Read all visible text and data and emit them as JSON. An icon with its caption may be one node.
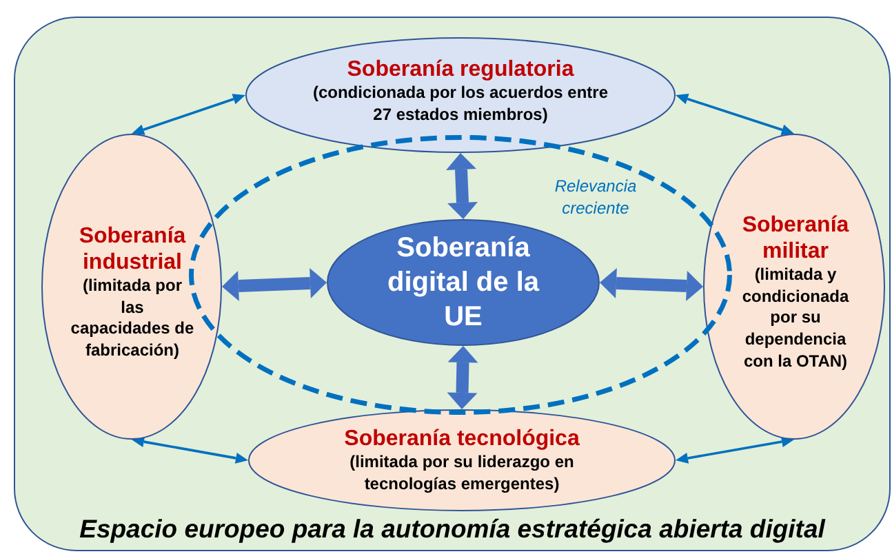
{
  "diagram": {
    "nodes": [
      {
        "text": [
          "Espacio europeo para la autonomía estratégica abierta digital"
        ]
      },
      {
        "text": [
          "Soberanía regulatoria",
          "(condicionada por los acuerdos entre 27 estados miembros)"
        ],
        "in": 0
      },
      {
        "text": [
          "Soberanía industrial",
          "(limitada por las capacidades de fabricación)"
        ],
        "in": 0
      },
      {
        "text": [
          "Relevancia creciente"
        ],
        "in": 0
      },
      {
        "text": [
          "Soberanía digital de la UE"
        ],
        "in": 3
      },
      {
        "text": [
          "Soberanía militar",
          "(limitada y condicionada por su dependencia con la OTAN)"
        ],
        "in": 0
      },
      {
        "text": [
          "Soberanía tecnológica",
          "(limitada por su liderazgo en tecnologías emergentes)"
        ],
        "in": 0
      }
    ],
    "edges": [
      {
        "from": 1,
        "to": 2,
        "arrow": "both"
      },
      {
        "from": 1,
        "to": 5,
        "arrow": "both"
      },
      {
        "from": 2,
        "to": 6,
        "arrow": "both"
      },
      {
        "from": 5,
        "to": 6,
        "arrow": "both"
      },
      {
        "from": 1,
        "to": 4,
        "arrow": "both",
        "style": "thick",
        "color": "#4472c4"
      },
      {
        "from": 2,
        "to": 4,
        "arrow": "both",
        "style": "thick",
        "color": "#4472c4"
      },
      {
        "from": 4,
        "to": 5,
        "arrow": "both",
        "style": "thick",
        "color": "#4472c4"
      },
      {
        "from": 4,
        "to": 6,
        "arrow": "both",
        "style": "thick",
        "color": "#4472c4"
      }
    ]
  }
}
